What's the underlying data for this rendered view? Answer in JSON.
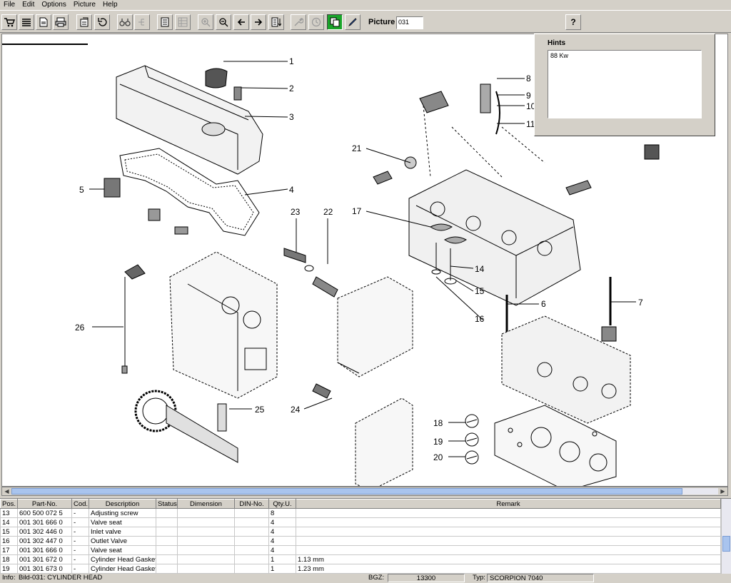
{
  "menu": [
    "File",
    "Edit",
    "Options",
    "Picture",
    "Help"
  ],
  "toolbar": {
    "picture_label": "Picture",
    "picture_value": "031",
    "help_glyph": "?"
  },
  "hints": {
    "title": "Hints",
    "text": "88 Kw"
  },
  "callouts": [
    "1",
    "2",
    "3",
    "4",
    "5",
    "6",
    "7",
    "8",
    "9",
    "10",
    "11",
    "14",
    "15",
    "16",
    "17",
    "18",
    "19",
    "20",
    "21",
    "22",
    "23",
    "24",
    "25",
    "26"
  ],
  "table": {
    "headers": [
      "Pos.",
      "Part-No.",
      "Cod.",
      "Description",
      "Status",
      "Dimension",
      "DIN-No.",
      "Qty.U.",
      "Remark"
    ],
    "rows": [
      [
        "13",
        "600 500 072 5",
        "-",
        "Adjusting screw",
        "",
        "",
        "",
        "8",
        ""
      ],
      [
        "14",
        "001 301 666 0",
        "-",
        "Valve seat",
        "",
        "",
        "",
        "4",
        ""
      ],
      [
        "15",
        "001 302 446 0",
        "-",
        "Inlet valve",
        "",
        "",
        "",
        "4",
        ""
      ],
      [
        "16",
        "001 302 447 0",
        "-",
        "Outlet Valve",
        "",
        "",
        "",
        "4",
        ""
      ],
      [
        "17",
        "001 301 666 0",
        "-",
        "Valve seat",
        "",
        "",
        "",
        "4",
        ""
      ],
      [
        "18",
        "001 301 672 0",
        "-",
        "Cylinder Head Gasket",
        "",
        "",
        "",
        "1",
        "1.13 mm"
      ],
      [
        "19",
        "001 301 673 0",
        "-",
        "Cylinder Head Gasket",
        "",
        "",
        "",
        "1",
        "1.23 mm"
      ]
    ]
  },
  "status": {
    "info_label": "Info:",
    "info_value": "Bild-031: CYLINDER HEAD",
    "bgz_label": "BGZ:",
    "bgz_value": "13300",
    "typ_label": "Typ:",
    "typ_value": "SCORPION 7040"
  }
}
